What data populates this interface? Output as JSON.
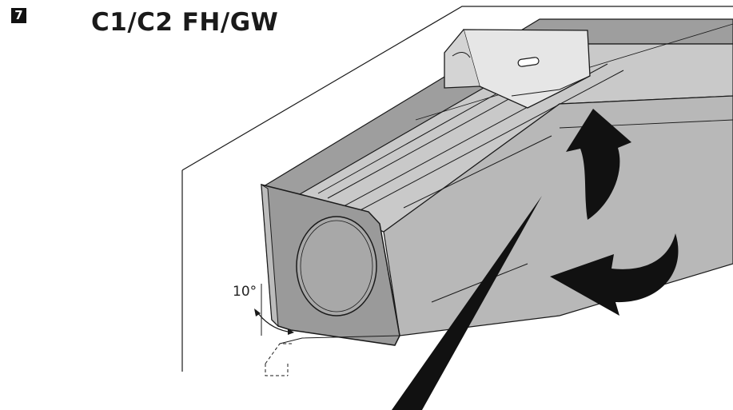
{
  "step_number": "7",
  "title": "C1/C2 FH/GW",
  "angle_label": "10°",
  "colors": {
    "body": "#b8b8b8",
    "dark": "#6e6e6e",
    "light": "#dcdcdc",
    "line": "#1a1a1a",
    "pointer": "#111111"
  },
  "icons": {
    "rotate_up": "curved-arrow-up-icon",
    "rotate_back": "curved-arrow-back-icon",
    "pointer": "pointer-wedge"
  }
}
